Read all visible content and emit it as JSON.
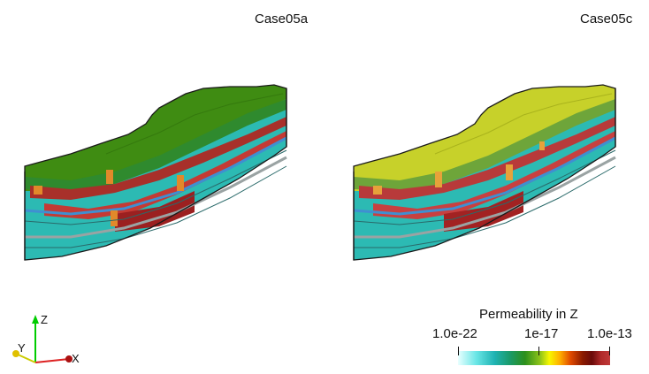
{
  "views": [
    {
      "label": "Case05a"
    },
    {
      "label": "Case05c"
    }
  ],
  "orientation_axes": {
    "x_label": "X",
    "y_label": "Y",
    "z_label": "Z"
  },
  "colorbar": {
    "title": "Permeability in Z",
    "ticks": [
      "1.0e-22",
      "1e-17",
      "1.0e-13"
    ],
    "scale": "log",
    "colormap": "cyan-green-yellow-red"
  },
  "colors": {
    "layer_top_left": "#3f8c12",
    "layer_top_right": "#c7d12a",
    "layer_cyan": "#2cbab3",
    "layer_red": "#a8302a",
    "layer_orange": "#e1892a"
  }
}
